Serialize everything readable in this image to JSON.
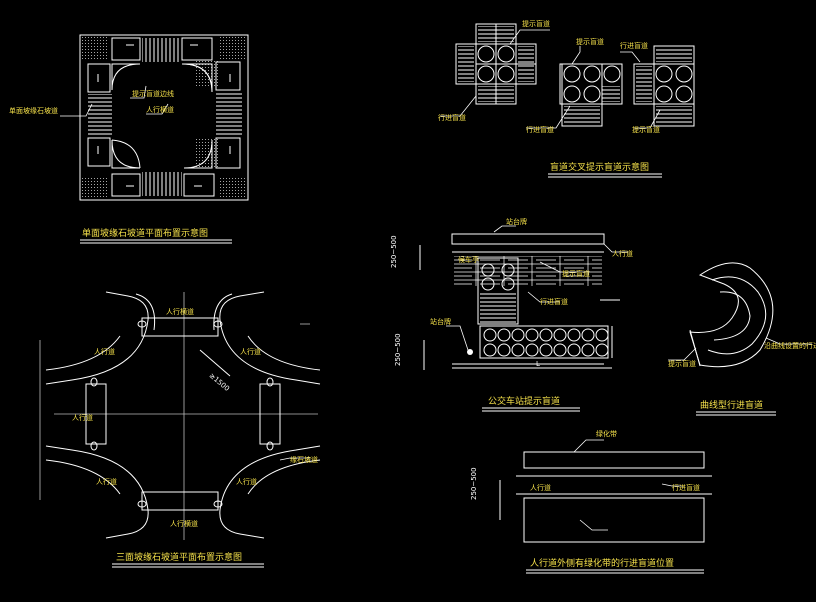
{
  "titles": {
    "top_left": "单面坡缘石坡道平面布置示意图",
    "top_right": "盲道交叉提示盲道示意图",
    "mid_right_left": "公交车站提示盲道",
    "mid_right_right": "曲线型行进盲道",
    "bottom_left": "三面坡缘石坡道平面布置示意图",
    "bottom_right": "人行道外侧有绿化带的行进盲道位置"
  },
  "labels": {
    "tl_curb_ramp": "单面坡缘石坡道",
    "tl_tactile_edge": "提示盲道边线",
    "tl_crosswalk": "人行横道",
    "tr_prompt": "提示盲道",
    "tr_prompt2": "提示盲道",
    "tr_walk": "行进盲道",
    "tr_walk2": "行进盲道",
    "tr_walk3": "行进盲道",
    "tr_prompt3": "提示盲道",
    "bus_plate": "站台牌",
    "bus_ped": "人行道",
    "bus_prompt": "提示盲道",
    "bus_walk": "行进盲道",
    "bus_stop_sign": "站台牌",
    "bus_dist": "250~500",
    "bus_dist2": "250~500",
    "bus_shelter": "候车亭",
    "bus_L": "L",
    "curve_prompt": "提示盲道",
    "curve_walk": "沿曲线设置的行进盲道",
    "bl_crosswalk_top": "人行横道",
    "bl_crosswalk_bottom": "人行横道",
    "bl_sidewalk_tl": "人行道",
    "bl_sidewalk_tr": "人行道",
    "bl_sidewalk_bl": "人行道",
    "bl_sidewalk_br": "人行道",
    "bl_left_mid": "人行道",
    "bl_ramp": "缘石坡道",
    "bl_dist": "≥1500",
    "br_green": "绿化带",
    "br_ped": "人行道",
    "br_walk": "行进盲道",
    "br_dist": "250~500"
  },
  "colors": {
    "background": "#000000",
    "line": "#ffffff",
    "annotation": "#f4e04a"
  }
}
